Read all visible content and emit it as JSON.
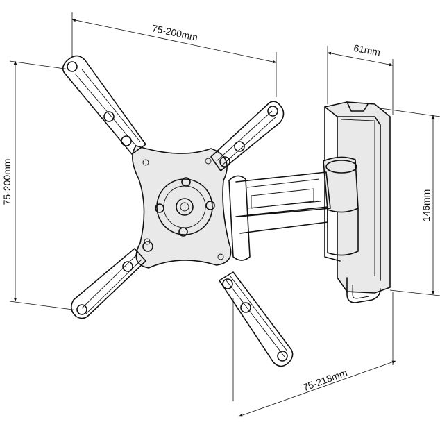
{
  "diagram": {
    "subject": "tilt-swivel TV wall mount",
    "dimensions": {
      "top_width": "75-200mm",
      "left_height": "75-200mm",
      "depth": "61mm",
      "plate_height": "146mm",
      "bottom_width": "75-218mm"
    },
    "colors": {
      "line": "#111111",
      "background": "#ffffff",
      "shade": "#e9e9e9"
    }
  }
}
